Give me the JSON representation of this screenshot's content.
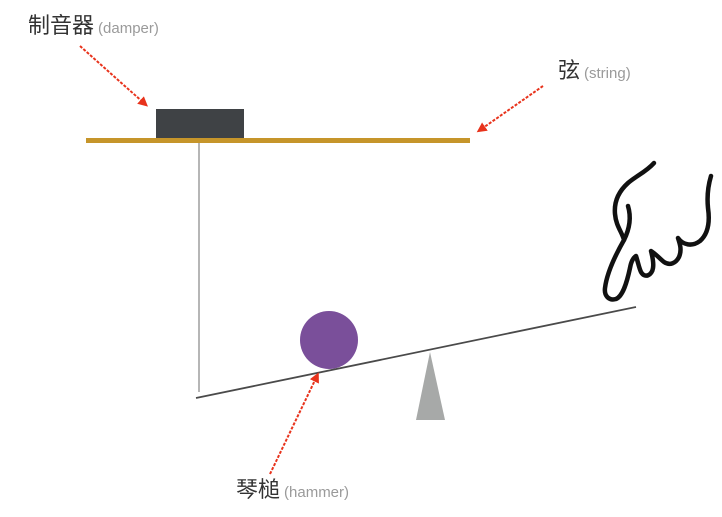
{
  "labels": {
    "damper": {
      "zh": "制音器",
      "en": "(damper)"
    },
    "string": {
      "zh": "弦",
      "en": "(string)"
    },
    "hammer": {
      "zh": "琴槌",
      "en": "(hammer)"
    }
  },
  "colors": {
    "string": "#c6952a",
    "damper": "#3f4245",
    "hammer": "#7a4f9a",
    "pivot": "#a7a9a8",
    "lever": "#4a4a4a",
    "wire": "#8e8e8e",
    "arrow": "#e8331c",
    "hand": "#111111"
  },
  "icons": {
    "hand": "pointing-hand-icon",
    "arrow": "red-arrow-icon"
  }
}
